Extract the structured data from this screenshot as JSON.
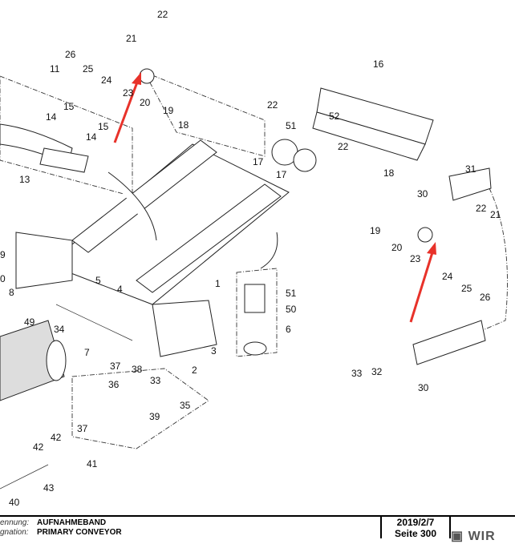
{
  "callouts": [
    "22",
    "21",
    "26",
    "25",
    "24",
    "23",
    "20",
    "19",
    "18",
    "11",
    "15",
    "14",
    "15",
    "14",
    "13",
    "22",
    "51",
    "52",
    "16",
    "17",
    "17",
    "22",
    "18",
    "31",
    "30",
    "22",
    "21",
    "19",
    "20",
    "23",
    "24",
    "25",
    "26",
    "9",
    "0",
    "8",
    "49",
    "5",
    "4",
    "1",
    "51",
    "50",
    "6",
    "7",
    "3",
    "2",
    "34",
    "37",
    "38",
    "33",
    "36",
    "35",
    "39",
    "37",
    "42",
    "42",
    "41",
    "43",
    "40",
    "33",
    "32",
    "30"
  ],
  "footer": {
    "name_label": "ennung:",
    "name_value": "AUFNAHMEBAND",
    "designation_label": "gnation:",
    "designation_value": "PRIMARY CONVEYOR",
    "date": "2019/2/7",
    "page": "Seite 300",
    "logo": "WIR"
  },
  "colors": {
    "arrow": "#e8322a"
  }
}
